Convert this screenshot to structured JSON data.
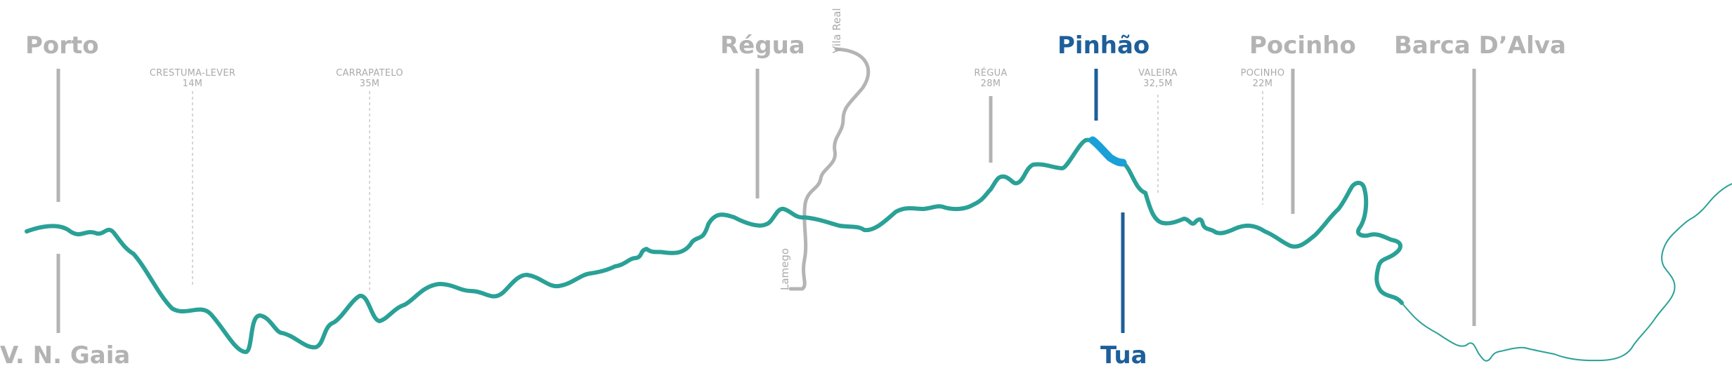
{
  "towns": {
    "porto": "Porto",
    "gaia": "V. N. Gaia",
    "regua": "Régua",
    "pinhao": "Pinhão",
    "tua": "Tua",
    "pocinho": "Pocinho",
    "barca": "Barca D’Alva"
  },
  "dams": {
    "crestuma": {
      "name": "CRESTUMA-LEVER",
      "height": "14M"
    },
    "carrapatelo": {
      "name": "CARRAPATELO",
      "height": "35M"
    },
    "regua": {
      "name": "RÉGUA",
      "height": "28M"
    },
    "valeira": {
      "name": "VALEIRA",
      "height": "32,5M"
    },
    "pocinho": {
      "name": "POCINHO",
      "height": "22M"
    }
  },
  "tributaries": {
    "vila_real": "Vila Real",
    "lamego": "Lamego"
  },
  "colors": {
    "river": "#2aa197",
    "highlight_segment": "#1aa0d8",
    "highlight_text": "#1d5f9a",
    "label_gray": "#b3b3b3",
    "tributary": "#b4b4b4"
  }
}
